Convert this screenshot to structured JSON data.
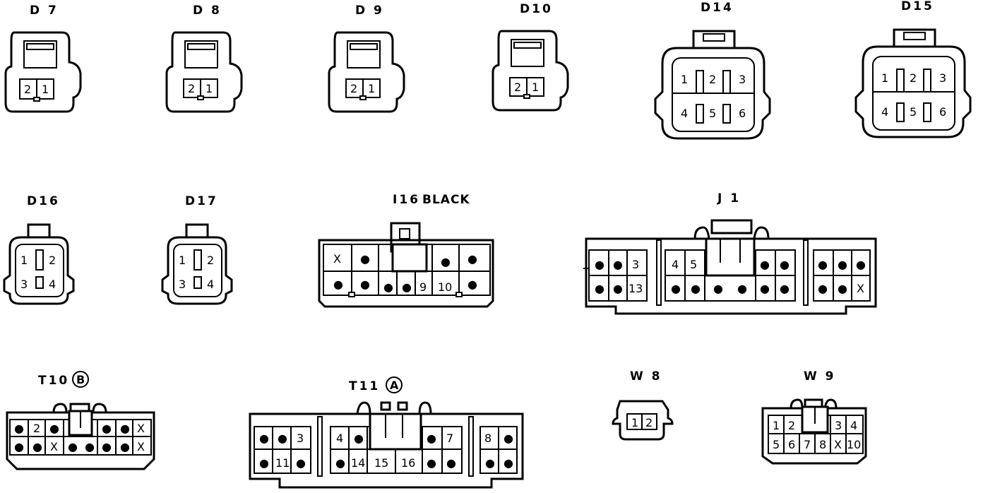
{
  "labels": {
    "d7": "D 7",
    "d8": "D 8",
    "d9": "D 9",
    "d10": "D10",
    "d14": "D14",
    "d15": "D15",
    "d16": "D16",
    "d17": "D17",
    "i16": "I16",
    "i16_color": "BLACK",
    "j1": "J 1",
    "t10": "T10",
    "t10_badge": "B",
    "t11": "T11",
    "t11_badge": "A",
    "w8": "W 8",
    "w9": "W 9"
  },
  "pins": {
    "p1": "1",
    "p2": "2",
    "p3": "3",
    "p4": "4",
    "p5": "5",
    "p6": "6",
    "p7": "7",
    "p8": "8",
    "p9": "9",
    "p10": "10",
    "p11": "11",
    "p13": "13",
    "p14": "14",
    "p15": "15",
    "p16": "16",
    "x": "X",
    "dot": "●"
  }
}
